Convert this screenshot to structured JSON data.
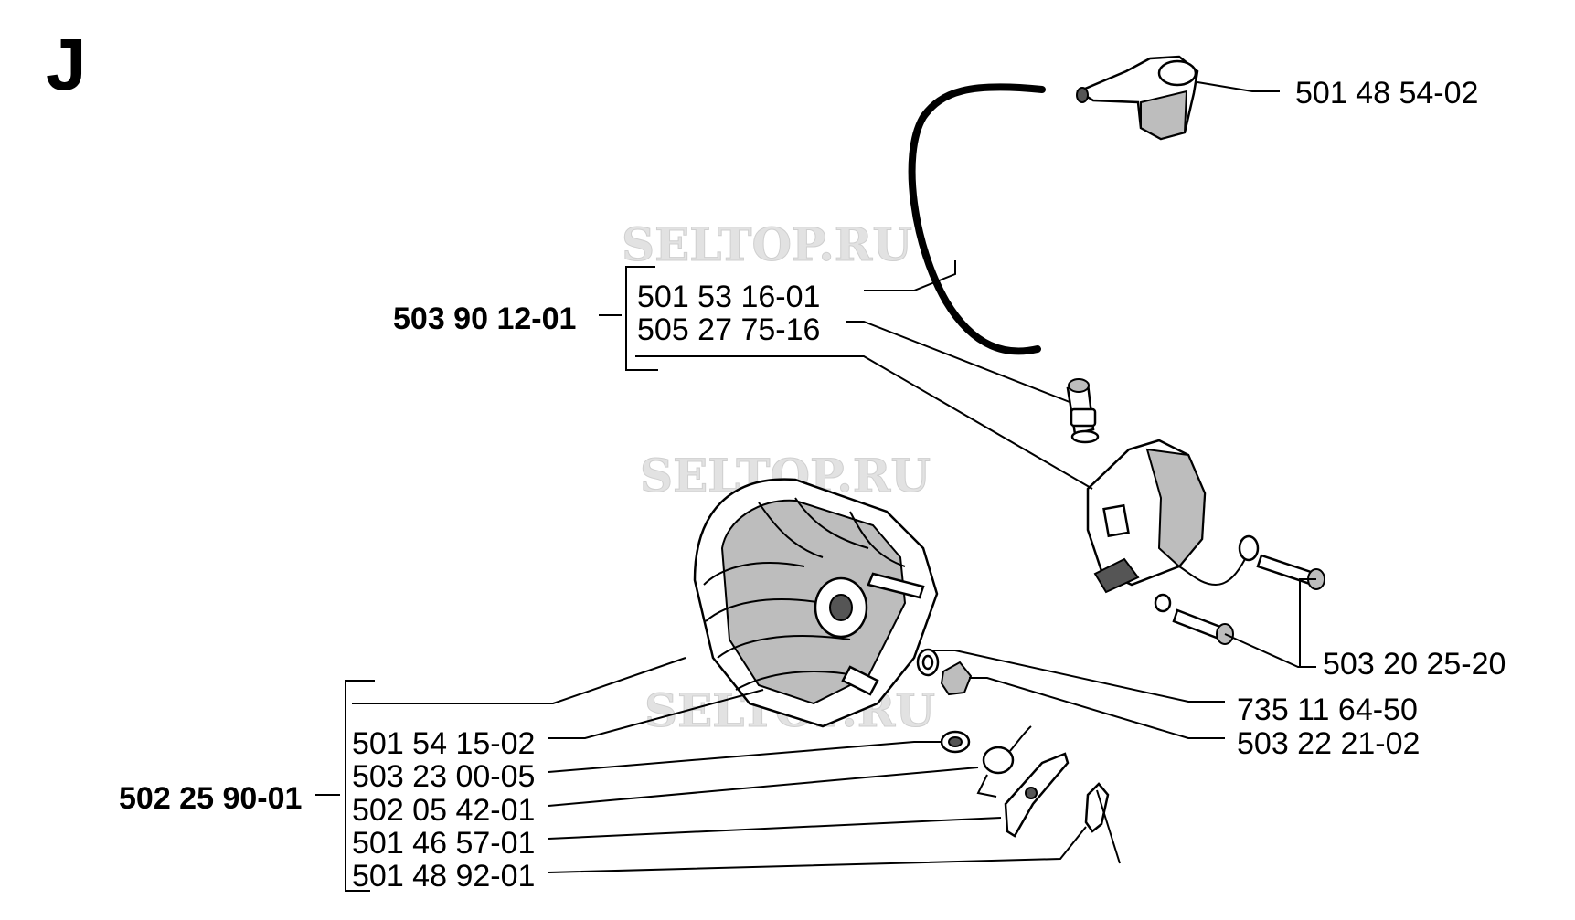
{
  "section_letter": "J",
  "watermarks": [
    "SELTOP.RU",
    "SELTOP.RU",
    "SELTOP.RU"
  ],
  "groups": [
    {
      "assembly": "503 90 12-01",
      "parts": [
        "501 53 16-01",
        "505 27 75-16"
      ]
    },
    {
      "assembly": "502 25 90-01",
      "parts": [
        "501 54 15-02",
        "503 23 00-05",
        "502 05 42-01",
        "501 46 57-01",
        "501 48 92-01"
      ]
    }
  ],
  "single_parts": [
    "501 48 54-02",
    "503 20 25-20",
    "735 11 64-50",
    "503 22 21-02"
  ]
}
